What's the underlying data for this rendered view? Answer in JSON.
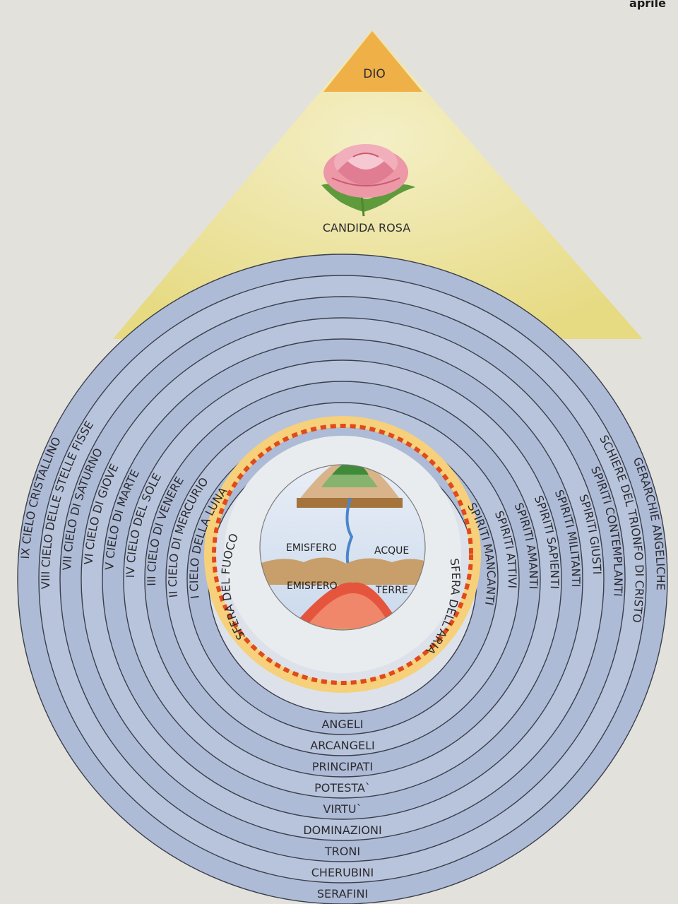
{
  "header": {
    "corner_text": "aprile"
  },
  "apex": {
    "label": "DIO"
  },
  "rose": {
    "label": "CANDIDA ROSA"
  },
  "heavens": [
    "IX CIELO CRISTALLINO",
    "VIII CIELO DELLE STELLE FISSE",
    "VII CIELO DI SATURNO",
    "VI CIELO DI GIOVE",
    "V CIELO DI MARTE",
    "IV CIELO DEL SOLE",
    "III CIELO DI VENERE",
    "II CIELO DI MERCURIO",
    "I CIELO DELLA LUNA"
  ],
  "spirits": [
    "GERARCHIE ANGELICHE",
    "SCHIERE DEL TRIONFO DI CRISTO",
    "SPIRITI CONTEMPLANTI",
    "SPIRITI GIUSTI",
    "SPIRITI MILITANTI",
    "SPIRITI SAPIENTI",
    "SPIRITI AMANTI",
    "SPIRITI ATTIVI",
    "SPIRITI MANCANTI"
  ],
  "angels": [
    "ANGELI",
    "ARCANGELI",
    "PRINCIPATI",
    "POTESTA`",
    "VIRTU`",
    "DOMINAZIONI",
    "TRONI",
    "CHERUBINI",
    "SERAFINI"
  ],
  "fire_sphere": {
    "label": "SFERA DEL FUOCO"
  },
  "air_sphere": {
    "label": "SFERA DELL'ARIA"
  },
  "earth": {
    "water_left": "EMISFERO",
    "water_right": "ACQUE",
    "land_left": "EMISFERO",
    "land_right": "TERRE"
  },
  "colors": {
    "background": "#e3e1db",
    "ring_blue": "#aebbd6",
    "ring_light": "#dde2ea",
    "cone_yellow": "#ece4a0",
    "apex_orange": "#f0b048",
    "fire_red": "#e04a1c"
  }
}
